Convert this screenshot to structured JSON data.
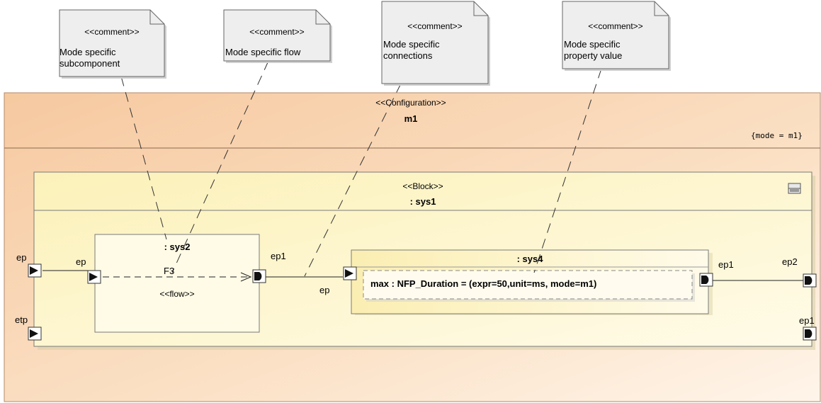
{
  "comments": [
    {
      "stereotype": "<<comment>>",
      "line1": "Mode specific",
      "line2": "subcomponent"
    },
    {
      "stereotype": "<<comment>>",
      "line1": "Mode specific flow",
      "line2": ""
    },
    {
      "stereotype": "<<comment>>",
      "line1": "Mode specific",
      "line2": "connections"
    },
    {
      "stereotype": "<<comment>>",
      "line1": "Mode specific",
      "line2": "property value"
    }
  ],
  "configuration": {
    "stereotype": "<<Configuration>>",
    "name": "m1",
    "constraint": "{mode = m1}"
  },
  "block": {
    "stereotype": "<<Block>>",
    "name": ": sys1"
  },
  "sys2": {
    "name": ": sys2",
    "flow_name": "F3",
    "flow_stereotype": "<<flow>>"
  },
  "sys4": {
    "name": ": sys4",
    "property": "max : NFP_Duration = (expr=50,unit=ms, mode=m1)"
  },
  "ports": {
    "outer_ep": "ep",
    "outer_etp": "etp",
    "sys2_ep": "ep",
    "sys2_ep1": "ep1",
    "sys4_ep": "ep",
    "sys4_ep1": "ep1",
    "outer_ep2": "ep2",
    "outer_ep1": "ep1"
  },
  "colors": {
    "config_fill": "#f7cfa8",
    "block_fill": "#fdf6cf",
    "note_fill": "#eeeeee",
    "border": "#7a7a7a"
  }
}
